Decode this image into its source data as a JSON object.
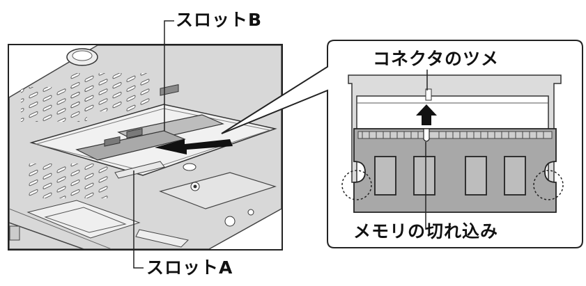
{
  "labels": {
    "slot_b": "スロットB",
    "slot_a": "スロットA",
    "connector_tab": "コネクタのツメ",
    "memory_notch": "メモリの切れ込み"
  },
  "colors": {
    "panel_fill": "#dcdcdc",
    "memory_fill": "#a8a8a8",
    "line": "#222222"
  }
}
